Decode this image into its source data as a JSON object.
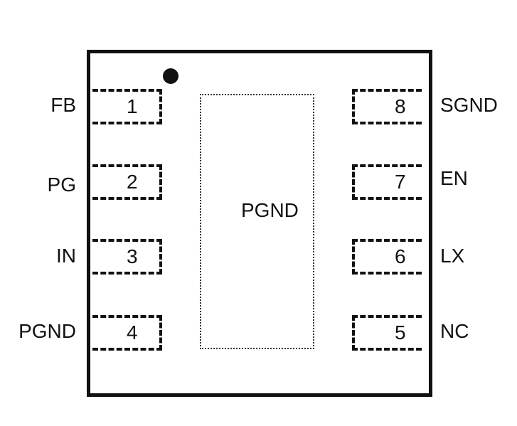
{
  "diagram": {
    "epad_label": "PGND",
    "pins_left": [
      {
        "num": "1",
        "name": "FB"
      },
      {
        "num": "2",
        "name": "PG"
      },
      {
        "num": "3",
        "name": "IN"
      },
      {
        "num": "4",
        "name": "PGND"
      }
    ],
    "pins_right": [
      {
        "num": "8",
        "name": "SGND"
      },
      {
        "num": "7",
        "name": "EN"
      },
      {
        "num": "6",
        "name": "LX"
      },
      {
        "num": "5",
        "name": "NC"
      }
    ]
  }
}
